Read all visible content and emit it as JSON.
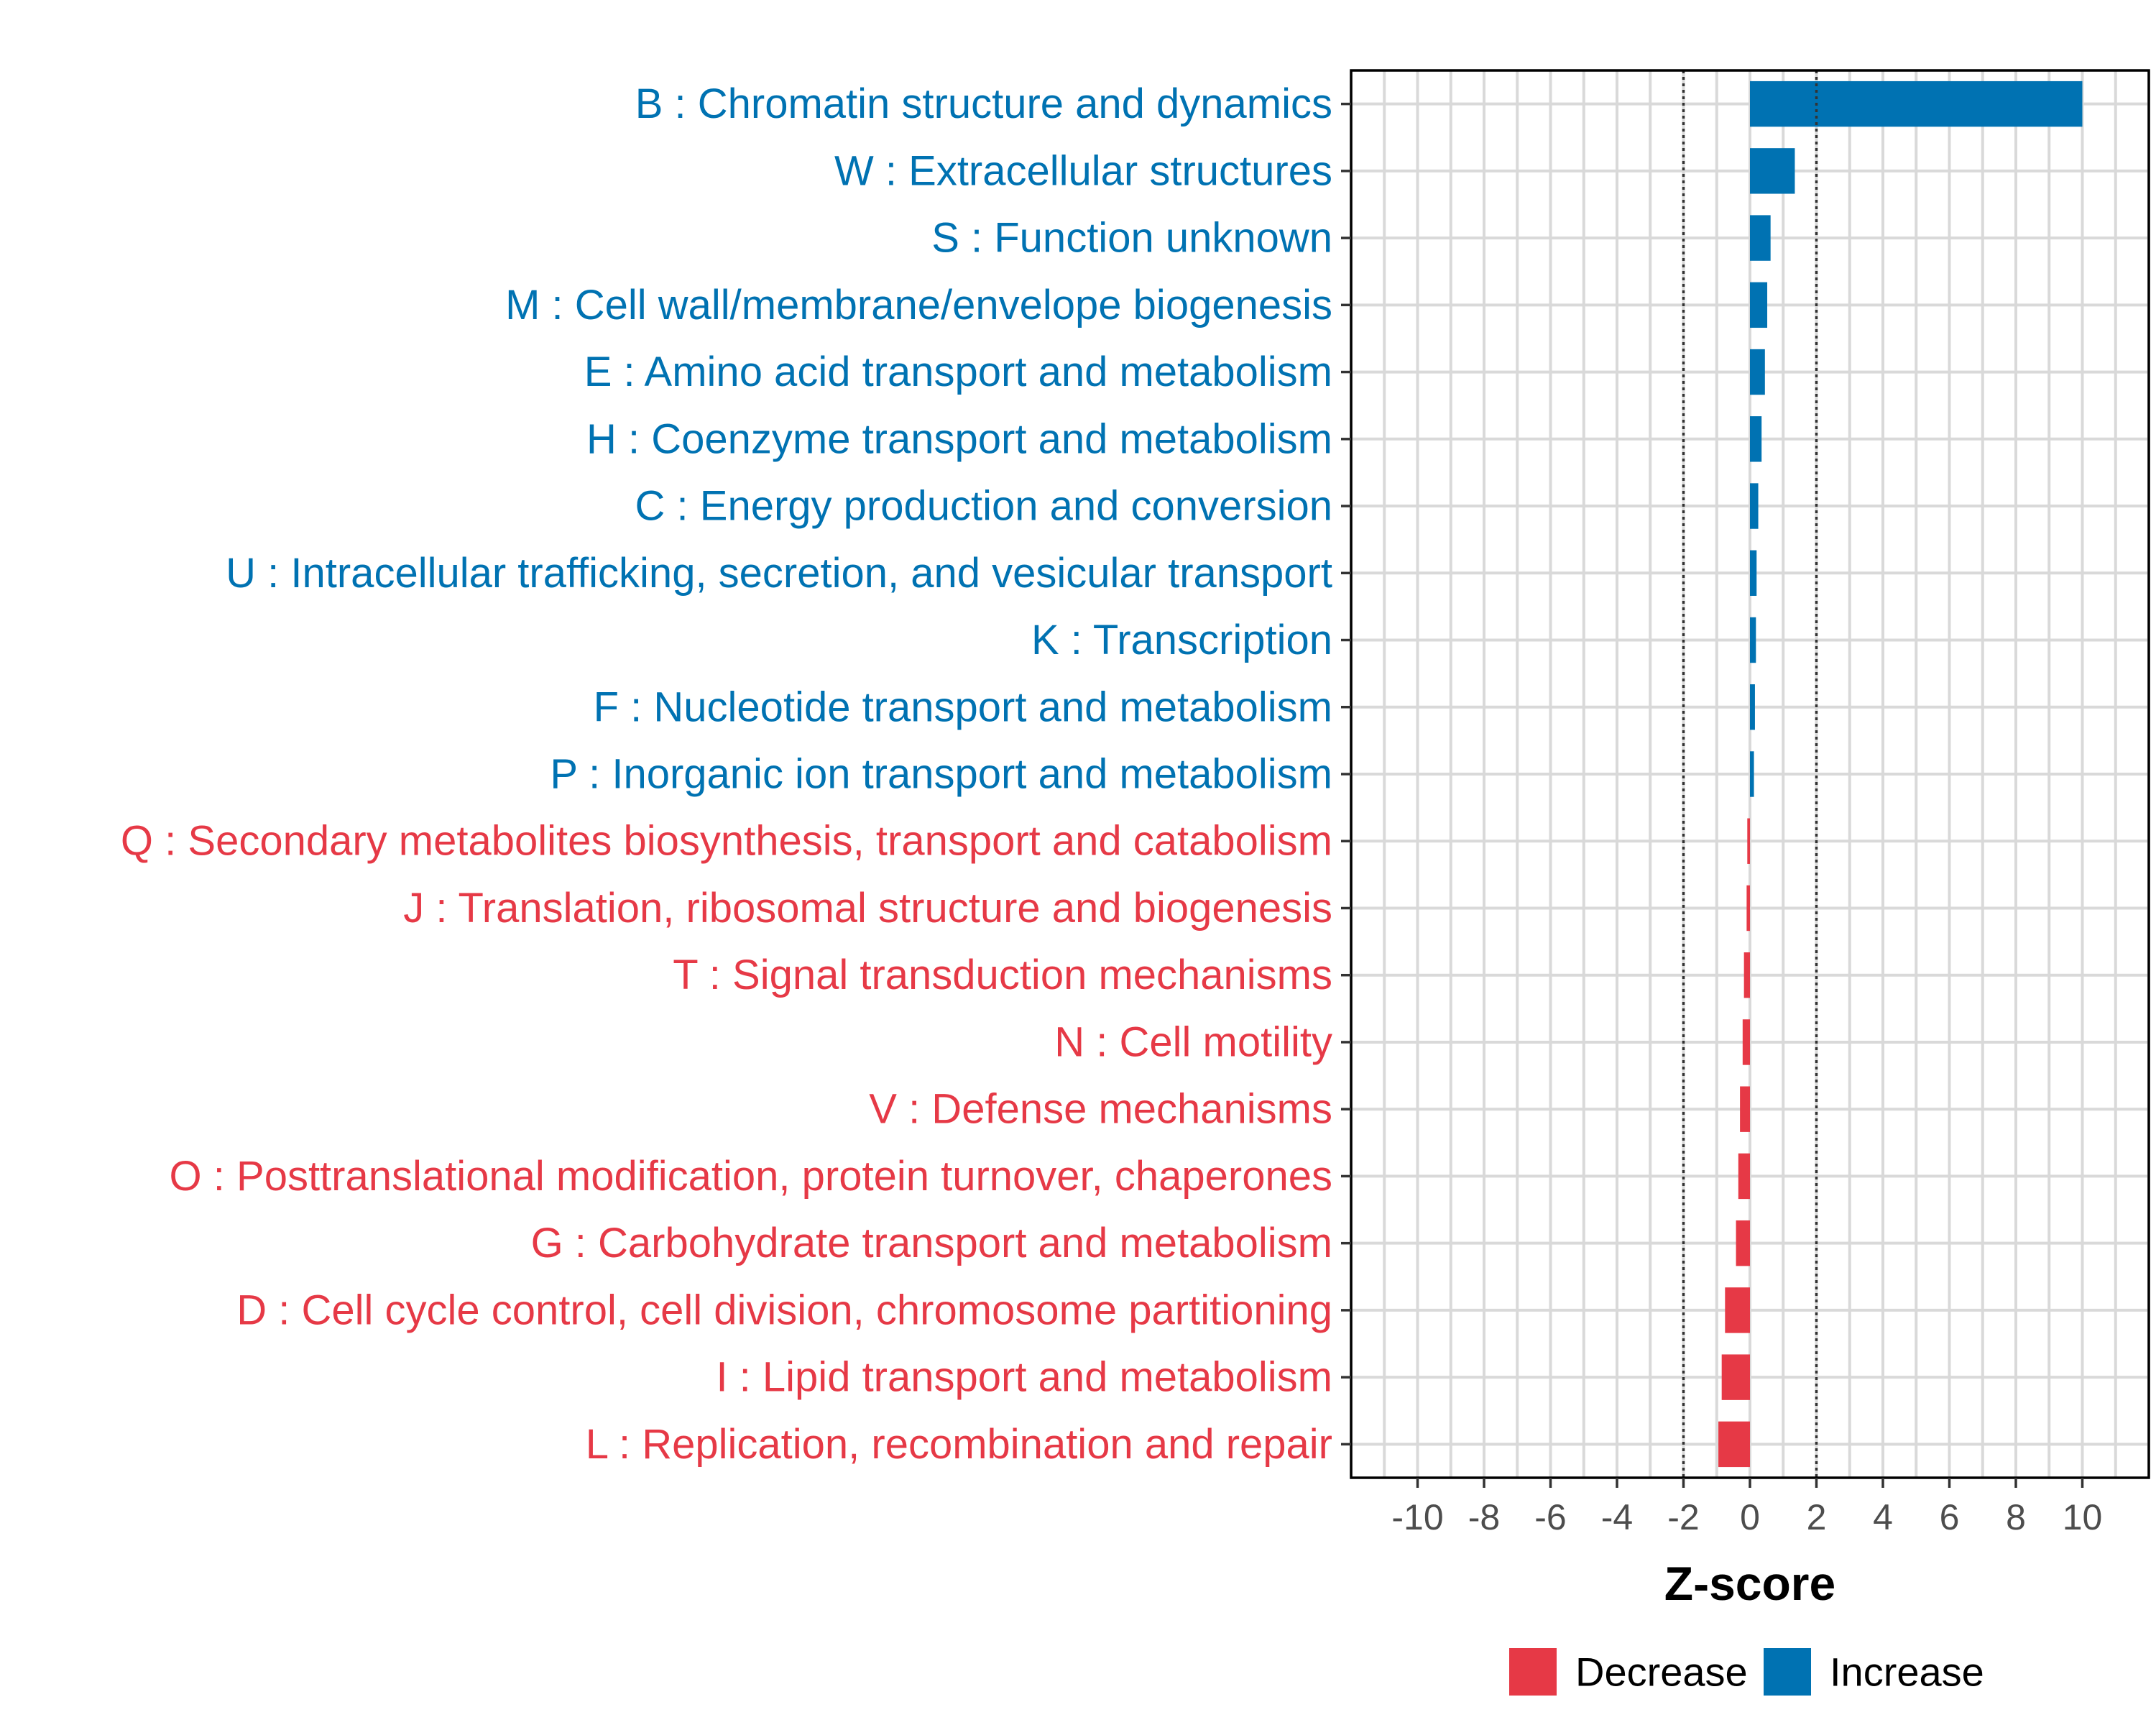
{
  "chart_data": {
    "type": "bar",
    "orientation": "horizontal",
    "xlabel": "Z-score",
    "xlim": [
      -12,
      12
    ],
    "xticks": [
      -10,
      -8,
      -6,
      -4,
      -2,
      0,
      2,
      4,
      6,
      8,
      10
    ],
    "reference_lines": [
      -2,
      2
    ],
    "grid": true,
    "legend_position": "bottom-right",
    "colors": {
      "Decrease": "#E63946",
      "Increase": "#0072B2"
    },
    "legend": [
      {
        "name": "Decrease",
        "color": "#E63946"
      },
      {
        "name": "Increase",
        "color": "#0072B2"
      }
    ],
    "categories": [
      "B : Chromatin structure and dynamics",
      "W : Extracellular structures",
      "S : Function unknown",
      "M : Cell wall/membrane/envelope biogenesis",
      "E : Amino acid transport and metabolism",
      "H : Coenzyme transport and metabolism",
      "C : Energy production and conversion",
      "U : Intracellular trafficking, secretion, and vesicular transport",
      "K : Transcription",
      "F : Nucleotide transport and metabolism",
      "P : Inorganic ion transport and metabolism",
      "Q : Secondary metabolites biosynthesis, transport and catabolism",
      "J : Translation, ribosomal structure and biogenesis",
      "T : Signal transduction mechanisms",
      "N : Cell motility",
      "V : Defense mechanisms",
      "O : Posttranslational modification, protein turnover, chaperones",
      "G : Carbohydrate transport and metabolism",
      "D : Cell cycle control, cell division, chromosome partitioning",
      "I : Lipid transport and metabolism",
      "L : Replication, recombination and repair"
    ],
    "values": [
      10.0,
      1.35,
      0.62,
      0.52,
      0.45,
      0.35,
      0.25,
      0.2,
      0.18,
      0.15,
      0.12,
      -0.08,
      -0.1,
      -0.18,
      -0.22,
      -0.3,
      -0.35,
      -0.42,
      -0.75,
      -0.85,
      -0.95
    ],
    "groups": [
      "Increase",
      "Increase",
      "Increase",
      "Increase",
      "Increase",
      "Increase",
      "Increase",
      "Increase",
      "Increase",
      "Increase",
      "Increase",
      "Decrease",
      "Decrease",
      "Decrease",
      "Decrease",
      "Decrease",
      "Decrease",
      "Decrease",
      "Decrease",
      "Decrease",
      "Decrease"
    ]
  }
}
